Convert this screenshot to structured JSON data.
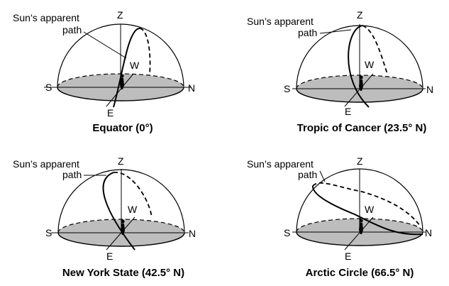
{
  "diagrams": [
    {
      "callout_line1": "Sun’s apparent",
      "callout_line2": "path",
      "zenith": "Z",
      "south": "S",
      "north": "N",
      "east": "E",
      "west": "W",
      "caption": "Equator (0°)"
    },
    {
      "callout_line1": "Sun’s apparent",
      "callout_line2": "path",
      "zenith": "Z",
      "south": "S",
      "north": "N",
      "east": "E",
      "west": "W",
      "caption": "Tropic of Cancer (23.5° N)"
    },
    {
      "callout_line1": "Sun’s apparent",
      "callout_line2": "path",
      "zenith": "Z",
      "south": "S",
      "north": "N",
      "east": "E",
      "west": "W",
      "caption": "New York State (42.5° N)"
    },
    {
      "callout_line1": "Sun’s apparent",
      "callout_line2": "path",
      "zenith": "Z",
      "south": "S",
      "north": "N",
      "east": "E",
      "west": "W",
      "caption": "Arctic Circle (66.5° N)"
    }
  ],
  "colors": {
    "horizon_fill": "#bdbdbd",
    "stroke": "#000000"
  }
}
